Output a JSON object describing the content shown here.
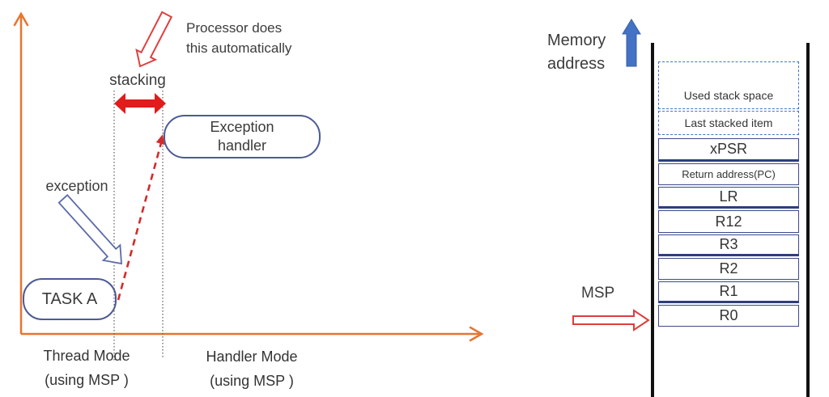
{
  "left_diagram": {
    "processor_note": {
      "line1": "Processor does",
      "line2": "this automatically"
    },
    "stacking_label": "stacking",
    "exception_label": "exception",
    "task_box_label": "TASK A",
    "handler_box": {
      "line1": "Exception",
      "line2": "handler"
    },
    "x_axis": {
      "thread_mode": {
        "label": "Thread Mode",
        "sublabel": "(using MSP )"
      },
      "handler_mode": {
        "label": "Handler Mode",
        "sublabel": "(using MSP )"
      }
    }
  },
  "right_diagram": {
    "memory_label": {
      "line1": "Memory",
      "line2": "address"
    },
    "msp_label": "MSP",
    "stack_rows": [
      {
        "label": "Used stack space",
        "border": "dashed"
      },
      {
        "label": "Last stacked item",
        "border": "dashed"
      },
      {
        "label": "xPSR",
        "border": "solid"
      },
      {
        "label": "Return address(PC)",
        "border": "solid"
      },
      {
        "label": "LR",
        "border": "solid"
      },
      {
        "label": "R12",
        "border": "solid"
      },
      {
        "label": "R3",
        "border": "solid"
      },
      {
        "label": "R2",
        "border": "solid"
      },
      {
        "label": "R1",
        "border": "solid"
      },
      {
        "label": "R0",
        "border": "solid"
      }
    ]
  },
  "icons": {
    "memory_direction": "up-arrow-icon",
    "msp_pointer": "right-arrow-icon",
    "stacking_span": "double-headed-arrow-icon",
    "processor_note_pointer": "down-left-arrow-icon",
    "exception_pointer": "down-right-arrow-icon",
    "transition": "dashed-up-arrow-icon"
  },
  "colors": {
    "axis_orange": "#e8742f",
    "stacking_red": "#e21b1b",
    "transition_dashed_red": "#d22b2b",
    "outline_arrow_red": "#e04040",
    "box_border_navy": "#3c4a8c",
    "stadium_border": "#4d5a96",
    "memory_arrow_blue": "#4472c4",
    "text": "#3a3a3a",
    "wall_black": "#111111"
  }
}
